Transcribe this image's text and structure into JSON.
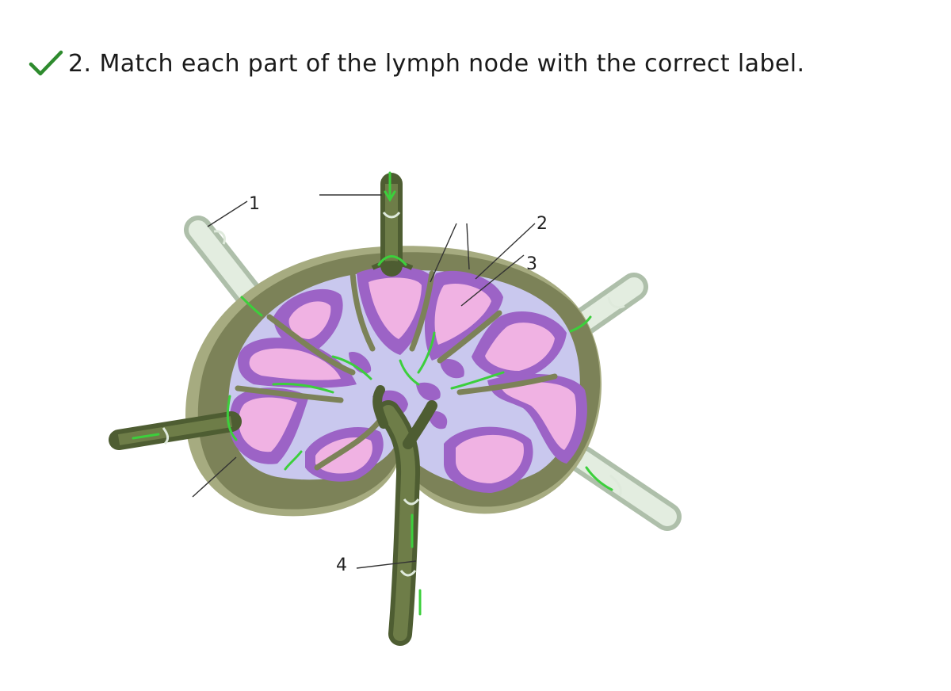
{
  "question": {
    "number": "2.",
    "text": "Match each part of the lymph node with the correct label.",
    "status_icon": "check-icon",
    "status_color": "#2e8b2e"
  },
  "diagram": {
    "labels": [
      "1",
      "2",
      "3",
      "4"
    ],
    "colors": {
      "capsule": "#7c8258",
      "capsule_light": "#a7ac82",
      "medulla": "#c9c8ee",
      "cortex": "#9c63c6",
      "germinal_center": "#f0b2e3",
      "vessel": "#5b6a3a",
      "afferent_vessel": "#dfeadc",
      "flow_arrow": "#3ccf3c"
    }
  }
}
